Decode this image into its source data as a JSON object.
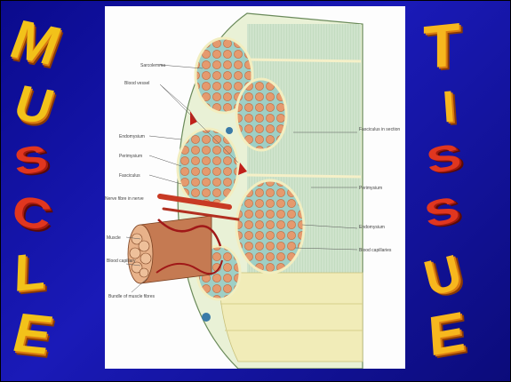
{
  "left_word": {
    "letters": [
      "M",
      "U",
      "S",
      "C",
      "L",
      "E"
    ]
  },
  "right_word": {
    "letters": [
      "T",
      "I",
      "S",
      "S",
      "U",
      "E"
    ]
  },
  "diagram": {
    "labels": {
      "sarcolemma": "Sarcolemma",
      "blood_vessel": "Blood vessel",
      "endomysium": "Endomysium",
      "perimysium": "Perimysium",
      "fasciculus": "Fasciculus",
      "fascicles": "Fasciculus in section",
      "perimysium_right": "Perimysium",
      "nerve": "Nerve fibre in nerve",
      "endomysium_right": "Endomysium",
      "muscle": "Muscle",
      "blood_capillary": "Blood capillary",
      "capillaries": "Blood capillaries",
      "fibres": "Bundle of muscle fibres"
    }
  }
}
